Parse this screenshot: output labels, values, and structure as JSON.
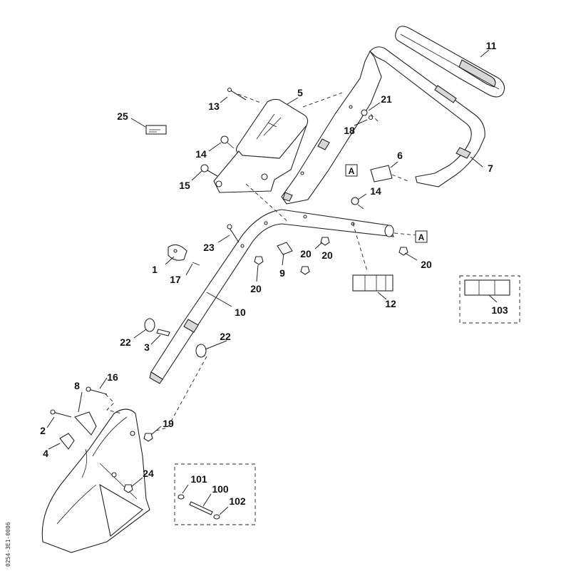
{
  "labels": {
    "p1": "1",
    "p2": "2",
    "p3": "3",
    "p4": "4",
    "p5": "5",
    "p6": "6",
    "p7": "7",
    "p8": "8",
    "p9": "9",
    "p10": "10",
    "p11": "11",
    "p12": "12",
    "p13": "13",
    "p14a": "14",
    "p14b": "14",
    "p15": "15",
    "p16": "16",
    "p17": "17",
    "p18": "18",
    "p19": "19",
    "p20a": "20",
    "p20b": "20",
    "p20c": "20",
    "p20d": "20",
    "p21": "21",
    "p22a": "22",
    "p22b": "22",
    "p23": "23",
    "p24": "24",
    "p25": "25",
    "p100": "100",
    "p101": "101",
    "p102": "102",
    "p103": "103"
  },
  "refs": {
    "a1": "A",
    "a2": "A"
  },
  "code": "0254-3E1-0006"
}
